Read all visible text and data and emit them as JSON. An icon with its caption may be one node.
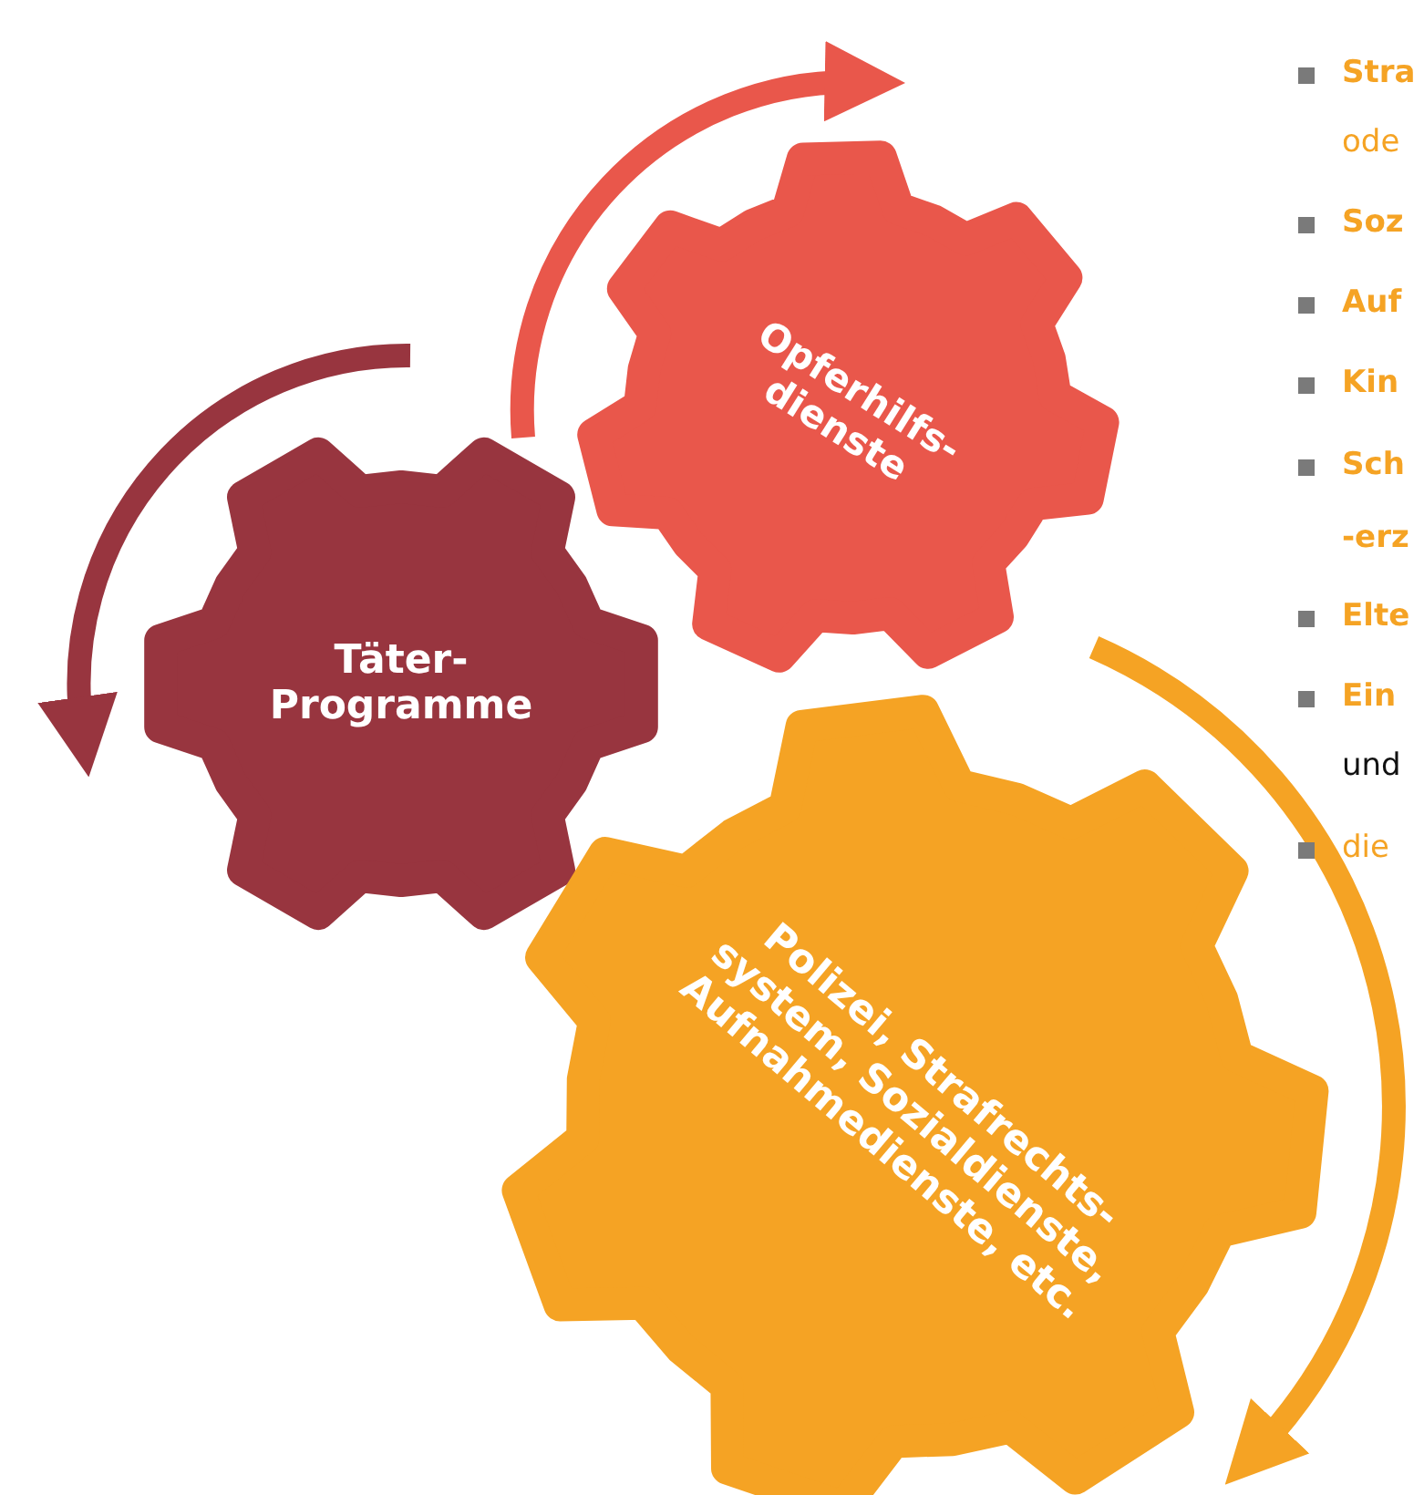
{
  "diagram": {
    "nodes": [
      {
        "text": [
          "Opferhilfs-dienste"
        ]
      },
      {
        "text": [
          "Täter-Programme"
        ]
      },
      {
        "text": [
          "Polizei, Strafrechts-system, Sozialdienste, Aufnahmedienste, etc."
        ]
      }
    ],
    "labels": [
      "Stra",
      "ode",
      "Soz",
      "Auf",
      "Kin",
      "Sch",
      "-erz",
      "Elte",
      "Ein",
      "und",
      "die"
    ]
  }
}
